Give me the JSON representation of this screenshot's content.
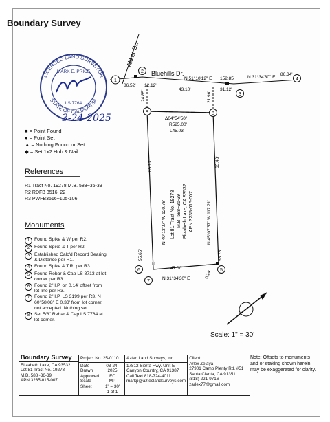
{
  "title": "Boundary Survey",
  "seal": {
    "text_top": "LICENSED LAND SURVEYOR",
    "name": "MARK E. PRICE",
    "number": "LS 7764",
    "text_bottom": "STATE OF CALIFORNIA",
    "date": "3-24-2025"
  },
  "legend": [
    {
      "icon": "filled-square",
      "label": "= Point Found"
    },
    {
      "icon": "filled-circle",
      "label": "= Point Set"
    },
    {
      "icon": "filled-triangle",
      "label": "= Nothing Found or Set"
    },
    {
      "icon": "filled-diamond",
      "label": "= Set 1x2 Hub & Nail"
    }
  ],
  "references": {
    "heading": "References",
    "items": [
      "R1 Tract No. 19278 M.B. 588~36-39",
      "R2 RDFB 3516~22",
      "R3 PWFB3516~105-106"
    ]
  },
  "monuments": {
    "heading": "Monuments",
    "items": [
      {
        "num": "1",
        "lines": [
          "Found Spike & W per R2."
        ]
      },
      {
        "num": "2",
        "lines": [
          "Found Spike & T per R2."
        ]
      },
      {
        "num": "3",
        "lines": [
          "Established Calc'd Record Bearing",
          "& Distance per R1."
        ]
      },
      {
        "num": "4",
        "lines": [
          "Found Spike & T.R. per R3."
        ]
      },
      {
        "num": "5",
        "lines": [
          "Found Rebar & Cap LS 8713 at lot",
          "corner per R3."
        ]
      },
      {
        "num": "6",
        "lines": [
          "Found 2\" I.P. on 0.14' offset from",
          "lot line per R3."
        ]
      },
      {
        "num": "7",
        "lines": [
          "Found 2\" I.P. LS 3199 per R3, N",
          "60°58'08\" E 0.33' from lot corner,",
          "not accepted. Nothing set."
        ]
      },
      {
        "num": "8",
        "lines": [
          "Set 5/8\" Rebar & Cap LS 7764 at",
          "lot corner."
        ]
      }
    ]
  },
  "map": {
    "street1": "Akker Dr.",
    "street2": "Bluehills Dr.",
    "bearing_top": "N 51°10'12\" E",
    "bearing_top_right": "N 31°34'30\" E",
    "dist_86_52": "86.52'",
    "dist_12_12": "12.12'",
    "dist_43_10": "43.10'",
    "dist_152_85": "152.85'",
    "dist_31_12": "31.12'",
    "dist_86_34": "86.34'",
    "dist_24_85": "24.85'",
    "dist_21_96": "21.96'",
    "curve_delta": "Δ04°54'50\"",
    "curve_r": "R525.00'",
    "curve_l": "L45.03'",
    "dist_65_13": "65.13'",
    "dist_63_43": "63.43'",
    "west_bearing": "N 40°13'07\" W  120.78'",
    "east_bearing": "N 45°07'57\" W  117.21'",
    "dist_55_65": "55.65'",
    "dist_53_78": "53.78'",
    "bottom_dist": "47.00'",
    "bottom_bearing": "N 31°34'30\" E",
    "dist_0_14": "0.14'",
    "dist_11": "11",
    "lot_lines": [
      "Lot 81 Tract No. 19278",
      "M.B. 588~36-39",
      "Elizabeth Lake, CA 93532",
      "APN 3235-015-007"
    ],
    "nodes": [
      "1",
      "2",
      "3",
      "4",
      "5",
      "6",
      "7",
      "8",
      "8"
    ]
  },
  "scale": "Scale: 1\" = 30'",
  "title_block": {
    "survey_title": "Boundary Survey",
    "location_lines": [
      "Elizabeth Lake, CA 93532",
      "Lot 81 Tract No. 19278",
      "M.B. 588~36-39",
      "APN 3235-015-007"
    ],
    "project": "Project No. 25-0110",
    "row_labels": [
      "Date",
      "Drawn",
      "Approved",
      "Scale",
      "Sheet"
    ],
    "row_values": [
      "03-24-2025",
      "EC",
      "MP",
      "1\" = 30'",
      "1 of 1"
    ],
    "company": "Aztec Land Surveys, Inc",
    "company_lines": [
      "17812 Sierra Hwy. Unit E",
      "Canyon Country, CA 91387",
      "Call Text  818-724-4011",
      "markp@azteclandsurveys.com"
    ],
    "client_label": "Client:",
    "client_lines": [
      "Arlex Zelaya",
      "27901 Camp Plenty Rd. #51",
      "Santa Clarita, CA 91351",
      "(818) 221-9716",
      "zarlex77@gmail.com"
    ]
  },
  "note": "Note: Offsets to monuments and or staking shown herein may be exaggerated for clarity."
}
